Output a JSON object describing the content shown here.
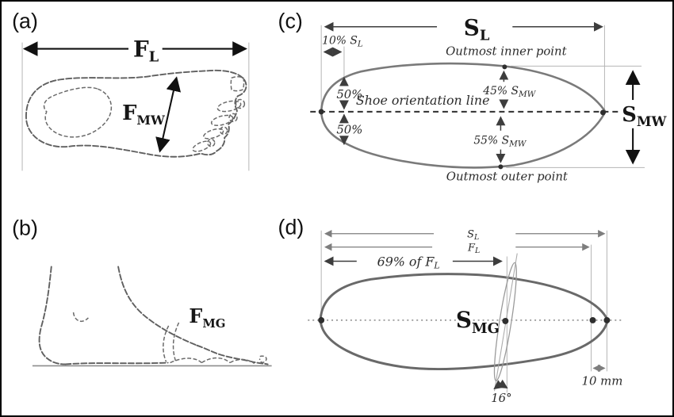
{
  "figure": {
    "colors": {
      "background": "#ffffff",
      "border": "#000000",
      "ink": "#161616",
      "sketch": "#5f5f5f",
      "shoe_outline": "#7a7a7a",
      "dimension": "#3d3d3d"
    },
    "panels": {
      "a": {
        "tag": "(a)",
        "foot_length": {
          "text": "F",
          "sub": "L"
        },
        "foot_max_width": {
          "text": "F",
          "sub": "MW"
        }
      },
      "b": {
        "tag": "(b)",
        "foot_metatarsal_girth": {
          "text": "F",
          "sub": "MG"
        }
      },
      "c": {
        "tag": "(c)",
        "shoe_length": {
          "text": "S",
          "sub": "L"
        },
        "ten_percent": {
          "text": "10% S",
          "sub": "L"
        },
        "outmost_inner_point": "Outmost inner point",
        "outmost_outer_point": "Outmost outer point",
        "shoe_orientation_line": "Shoe orientation line",
        "pct_45": {
          "text": "45% S",
          "sub": "MW"
        },
        "pct_55": {
          "text": "55% S",
          "sub": "MW"
        },
        "pct_50_top": "50%",
        "pct_50_bottom": "50%",
        "shoe_max_width": {
          "text": "S",
          "sub": "MW"
        }
      },
      "d": {
        "tag": "(d)",
        "shoe_length": {
          "text": "S",
          "sub": "L"
        },
        "foot_length": {
          "text": "F",
          "sub": "L"
        },
        "pct_69": {
          "text": "69% of F",
          "sub": "L"
        },
        "shoe_metatarsal_girth": {
          "text": "S",
          "sub": "MG"
        },
        "angle": "16°",
        "offset": "10 mm"
      }
    }
  }
}
